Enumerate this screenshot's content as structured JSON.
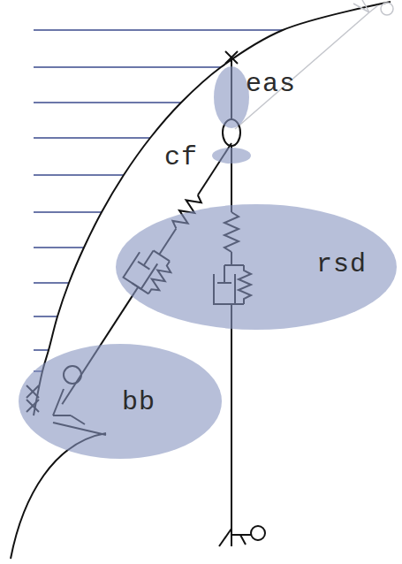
{
  "diagram": {
    "nodes": [
      {
        "text": [
          "eas"
        ]
      },
      {
        "text": [
          "cf"
        ]
      },
      {
        "text": [
          "rsd"
        ]
      },
      {
        "text": [
          "bb"
        ]
      }
    ]
  }
}
